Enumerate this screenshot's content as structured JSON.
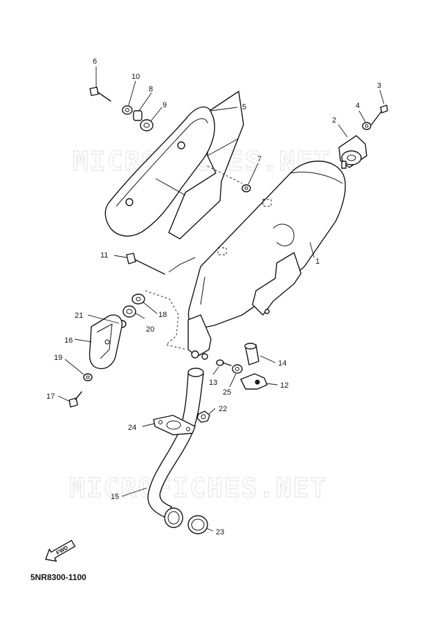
{
  "watermark": "MICROFICHES.NET",
  "diagram_code": "5NR8300-1100",
  "direction_label": "FWD",
  "callouts": [
    "1",
    "2",
    "3",
    "4",
    "5",
    "6",
    "7",
    "8",
    "9",
    "10",
    "11",
    "12",
    "13",
    "14",
    "15",
    "16",
    "17",
    "18",
    "19",
    "20",
    "21",
    "22",
    "23",
    "24",
    "25"
  ]
}
